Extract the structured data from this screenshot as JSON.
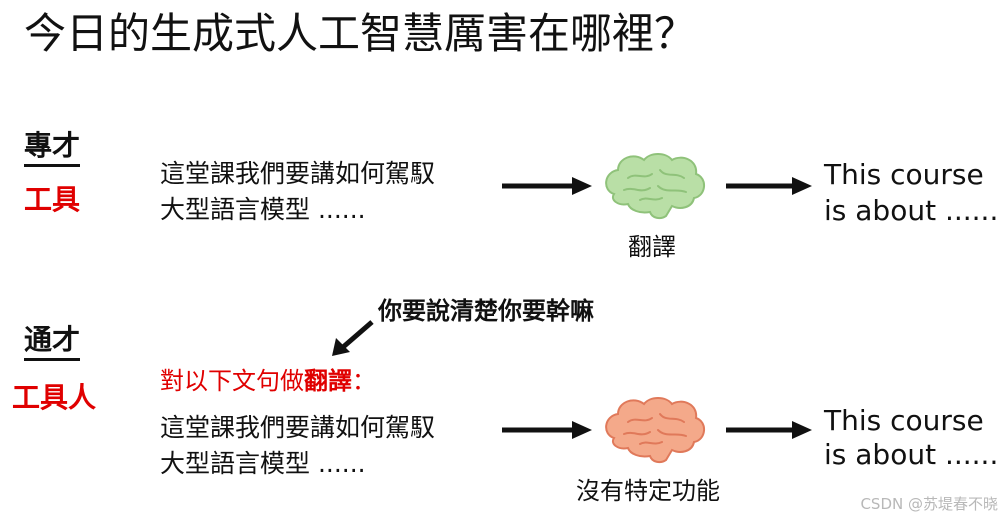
{
  "title": "今日的生成式人工智慧厲害在哪裡？",
  "section_specialist": {
    "label_top": "專才",
    "label_bottom": "工具",
    "input_lines": [
      "這堂課我們要講如何駕馭",
      "大型語言模型 ......"
    ],
    "brain_caption": "翻譯",
    "output_lines": [
      "This course",
      "is about ......"
    ],
    "brain_color": "#b9dfa6"
  },
  "section_generalist": {
    "label_top": "通才",
    "label_bottom": "工具人",
    "callout": "你要說清楚你要幹嘛",
    "instruction_prefix": "對以下文句做",
    "instruction_bold": "翻譯",
    "instruction_suffix": "：",
    "input_lines": [
      "這堂課我們要講如何駕馭",
      "大型語言模型 ......"
    ],
    "brain_caption": "沒有特定功能",
    "output_lines": [
      "This course",
      "is about ......"
    ],
    "brain_color": "#f4a98a"
  },
  "colors": {
    "accent": "#e00000",
    "text": "#111111"
  },
  "watermark": "CSDN @苏堤春不晓"
}
